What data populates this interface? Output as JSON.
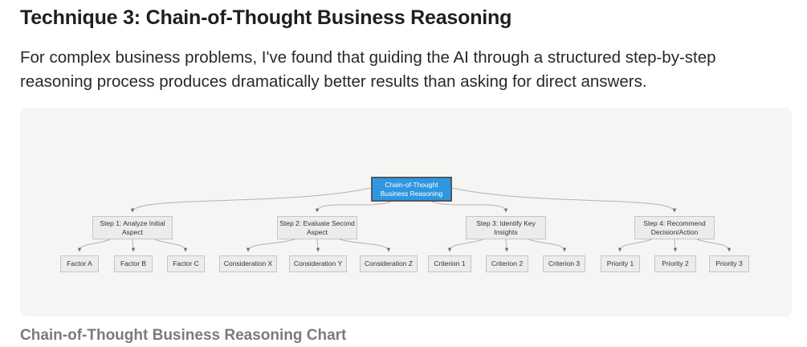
{
  "page": {
    "heading": "Technique 3: Chain-of-Thought Business Reasoning",
    "paragraph": "For complex business problems, I've found that guiding the AI through a structured step-by-step reasoning process produces dramatically better results than asking for direct answers.",
    "caption": "Chain-of-Thought Business Reasoning Chart"
  },
  "colors": {
    "page_background": "#ffffff",
    "heading_text": "#1d1f21",
    "body_text": "#26282a",
    "panel_background": "#f6f5f3",
    "caption_text": "#7b7b7b",
    "root_node_fill": "#2f97e0",
    "root_node_border": "#4d5a66",
    "root_node_text": "#ffffff",
    "node_fill": "#ececec",
    "node_border": "#c6c6c6",
    "node_text": "#333333",
    "edge_line": "#b3b3b3",
    "edge_arrow": "#6e6e6e"
  },
  "diagram": {
    "type": "flowchart-tree",
    "root": {
      "label": "Chain-of-Thought Business Reasoning",
      "lines": [
        "Chain-of-Thought",
        "Business Reasoning"
      ]
    },
    "steps": [
      {
        "label": "Step 1: Analyze Initial Aspect",
        "lines": [
          "Step 1: Analyze Initial",
          "Aspect"
        ],
        "children": [
          "Factor A",
          "Factor B",
          "Factor C"
        ]
      },
      {
        "label": "Step 2: Evaluate Second Aspect",
        "lines": [
          "Step 2: Evaluate Second",
          "Aspect"
        ],
        "children": [
          "Consideration X",
          "Consideration Y",
          "Consideration Z"
        ]
      },
      {
        "label": "Step 3: Identify Key Insights",
        "lines": [
          "Step 3: Identify Key",
          "Insights"
        ],
        "children": [
          "Criterion 1",
          "Criterion 2",
          "Criterion 3"
        ]
      },
      {
        "label": "Step 4: Recommend Decision/Action",
        "lines": [
          "Step 4: Recommend",
          "Decision/Action"
        ],
        "children": [
          "Priority 1",
          "Priority 2",
          "Priority 3"
        ]
      }
    ],
    "leaves": [
      "Factor A",
      "Factor B",
      "Factor C",
      "Consideration X",
      "Consideration Y",
      "Consideration Z",
      "Criterion 1",
      "Criterion 2",
      "Criterion 3",
      "Priority 1",
      "Priority 2",
      "Priority 3"
    ]
  }
}
